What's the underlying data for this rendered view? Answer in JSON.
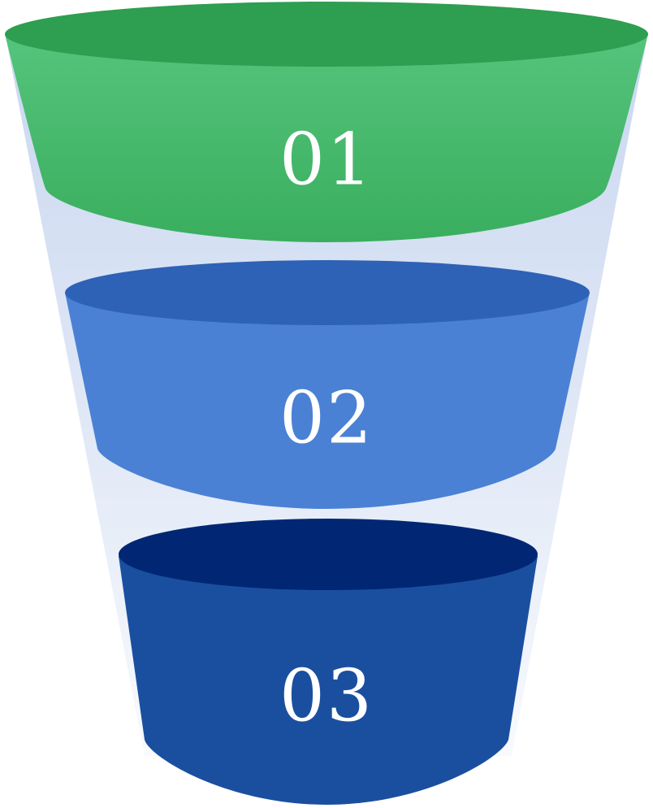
{
  "funnel": {
    "background_fill": "#d5e0f3",
    "stages": [
      {
        "label": "01",
        "body_color": "#43b868",
        "body_color_top": "#52c27a",
        "top_color": "#2e9e50"
      },
      {
        "label": "02",
        "body_color": "#4a81d4",
        "body_color_top": "#4a81d4",
        "top_color": "#2e62b6"
      },
      {
        "label": "03",
        "body_color": "#1a4fa0",
        "body_color_top": "#1a4fa0",
        "top_color": "#012774"
      }
    ]
  }
}
